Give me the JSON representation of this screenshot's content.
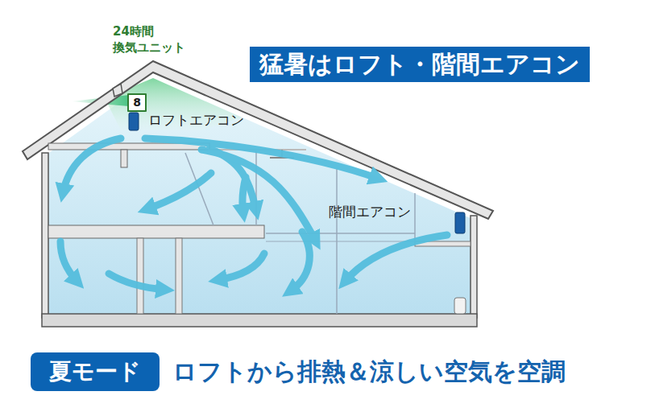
{
  "diagram": {
    "title": "猛暑はロフト・階間エアコン",
    "caption": "ロフトから排熱＆涼しい空気を空調",
    "nodes": [
      {
        "text": [
          "8"
        ]
      },
      {
        "text": [
          "夏モード"
        ]
      }
    ],
    "labels": [
      "24時間 換気ユニット",
      "ロフトエアコン",
      "階間エアコン"
    ]
  }
}
